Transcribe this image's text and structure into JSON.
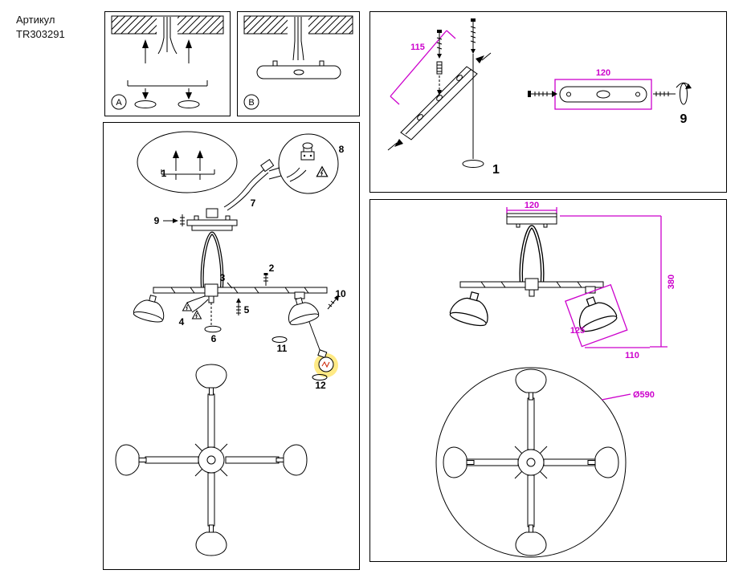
{
  "header": {
    "label": "Артикул",
    "article": "TR303291"
  },
  "colors": {
    "dimension": "#cc00cc",
    "line": "#000000",
    "bulb_glow": "#ffe878",
    "filament": "#cc2200"
  },
  "mount_options": {
    "a_label": "A",
    "b_label": "B"
  },
  "bracket_panel": {
    "dim_length": "115",
    "dim_width": "120",
    "step_anchor": "1",
    "step_screw": "9"
  },
  "assembly_panel": {
    "steps": [
      "1",
      "2",
      "3",
      "4",
      "5",
      "6",
      "7",
      "8",
      "9",
      "10",
      "11",
      "12"
    ]
  },
  "dimension_panel": {
    "canopy_width": "120",
    "height": "380",
    "shade_length": "125",
    "shade_height": "110",
    "diameter": "Ø590"
  }
}
